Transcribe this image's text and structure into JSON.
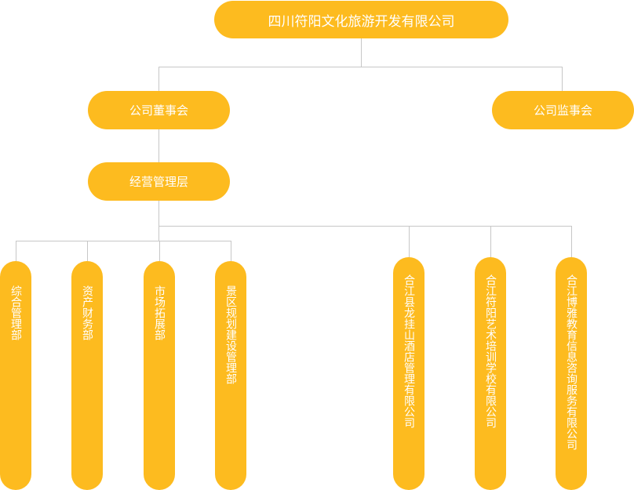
{
  "root": {
    "label": "四川符阳文化旅游开发有限公司"
  },
  "level1": {
    "board": "公司董事会",
    "supervisory": "公司监事会"
  },
  "level2": {
    "management": "经营管理层"
  },
  "departments": [
    "综合管理部",
    "资产财务部",
    "市场拓展部",
    "景区规划建设管理部"
  ],
  "subsidiaries": [
    "合江县龙挂山酒店管理有限公司",
    "合江符阳艺术培训学校有限公司",
    "合江博雅教育信息咨询服务有限公司"
  ],
  "colors": {
    "node": "#fdbb1f",
    "line": "#c7c7c7",
    "text": "#ffffff"
  }
}
